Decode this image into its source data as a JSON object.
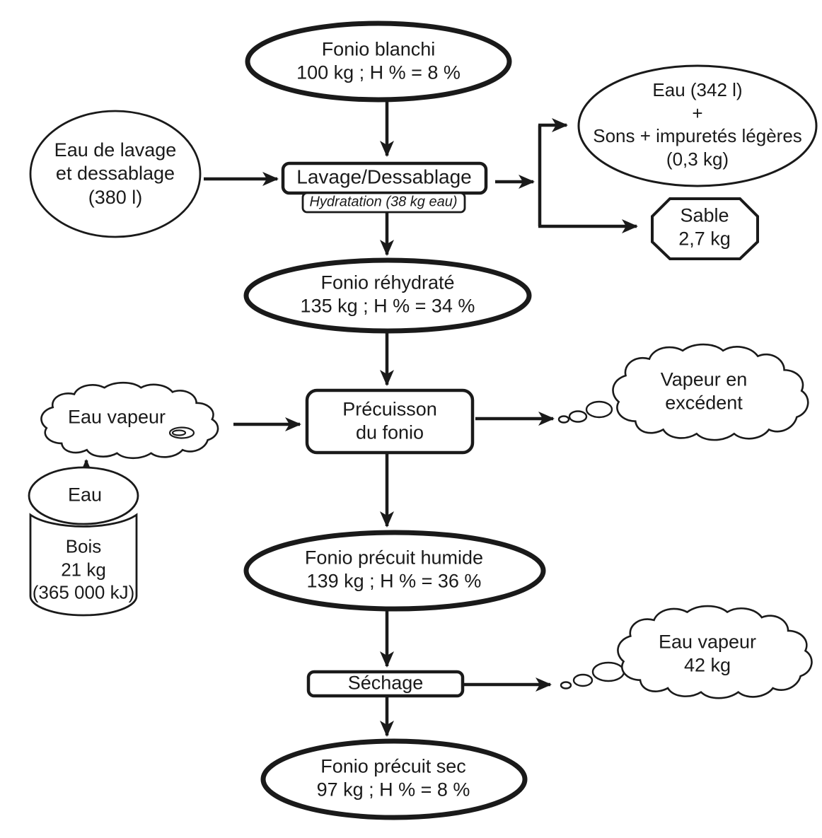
{
  "colors": {
    "ink": "#1a1a1a",
    "paper": "#ffffff"
  },
  "diagram_type": "process-flowchart",
  "nodes": {
    "fonio_blanchi": {
      "line1": "Fonio blanchi",
      "line2": "100 kg ; H % = 8 %"
    },
    "eau_lavage": {
      "line1": "Eau de lavage",
      "line2": "et dessablage",
      "line3": "(380 l)"
    },
    "lavage": {
      "line1": "Lavage/Dessablage"
    },
    "hydratation": {
      "line1": "Hydratation (38 kg eau)"
    },
    "eau_sons": {
      "line1": "Eau (342 l)",
      "line2": "+",
      "line3": "Sons + impuretés légères",
      "line4": "(0,3 kg)"
    },
    "sable": {
      "line1": "Sable",
      "line2": "2,7 kg"
    },
    "fonio_rehydrate": {
      "line1": "Fonio réhydraté",
      "line2": "135 kg ; H % = 34 %"
    },
    "eau_vapeur_in": {
      "line1": "Eau vapeur"
    },
    "precuisson": {
      "line1": "Précuisson",
      "line2": "du fonio"
    },
    "vapeur_excedent": {
      "line1": "Vapeur en",
      "line2": "excédent"
    },
    "eau_pot": {
      "line1": "Eau"
    },
    "bois": {
      "line1": "Bois",
      "line2": "21 kg",
      "line3": "(365 000 kJ)"
    },
    "fonio_precuit_humide": {
      "line1": "Fonio précuit humide",
      "line2": "139 kg ; H % = 36 %"
    },
    "sechage": {
      "line1": "Séchage"
    },
    "eau_vapeur_out": {
      "line1": "Eau vapeur",
      "line2": "42 kg"
    },
    "fonio_precuit_sec": {
      "line1": "Fonio précuit sec",
      "line2": "97 kg ; H % = 8 %"
    }
  }
}
